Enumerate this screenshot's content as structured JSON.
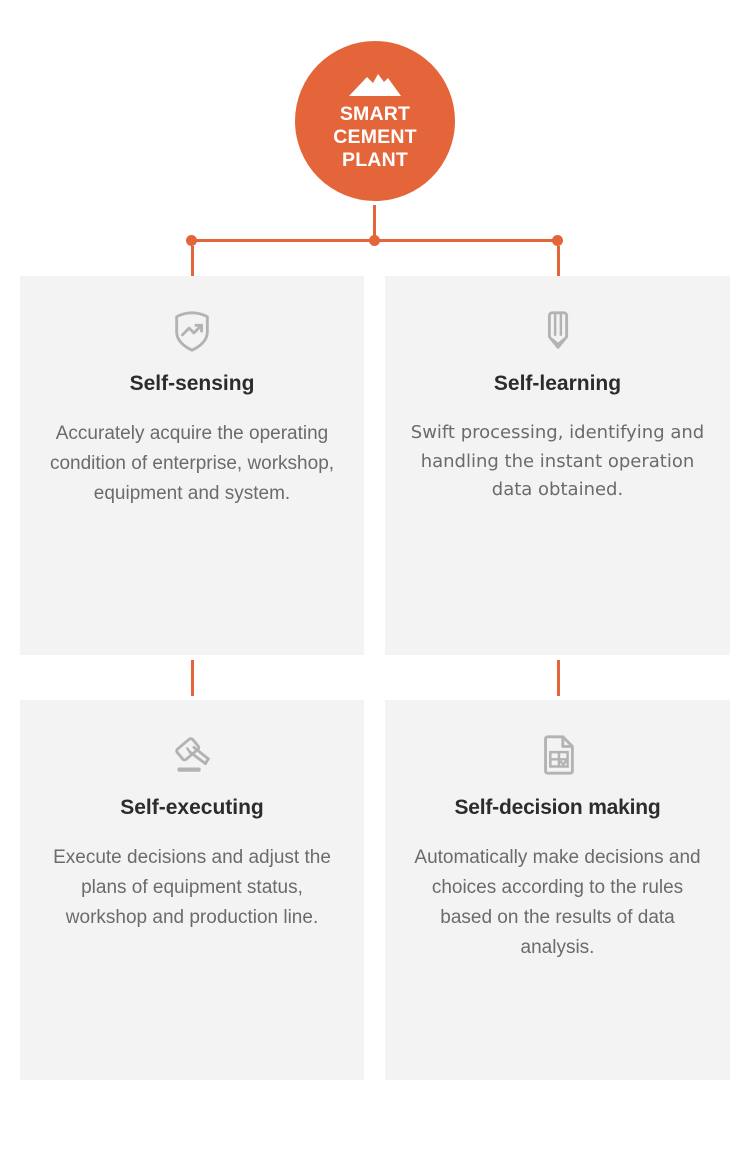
{
  "hub": {
    "icon": "mountain-pile-icon",
    "title": "SMART\nCEMENT\nPLANT",
    "color": "#e4653a"
  },
  "connectors": {
    "color": "#e4653a",
    "dots": [
      "left-branch-dot",
      "center-stem-dot",
      "right-branch-dot"
    ]
  },
  "cards": [
    {
      "icon": "shield-trend-icon",
      "title": "Self-sensing",
      "body": "Accurately acquire the operating condition of enterprise, workshop, equipment and system."
    },
    {
      "icon": "pencil-icon",
      "title": "Self-learning",
      "body": "Swift processing, identifying and handling the instant operation data obtained."
    },
    {
      "icon": "gavel-icon",
      "title": "Self-executing",
      "body": "Execute decisions and adjust the plans of equipment status, workshop and production line."
    },
    {
      "icon": "document-table-check-icon",
      "title": "Self-decision making",
      "body": "Automatically make decisions and choices according to the rules based on the results of data analysis."
    }
  ],
  "theme": {
    "accent": "#e4653a",
    "card_background": "#f3f3f3",
    "title_color": "#2c2c2c",
    "body_color": "#6b6b6b",
    "icon_color": "#b3b3b3",
    "page_background": "#ffffff"
  }
}
